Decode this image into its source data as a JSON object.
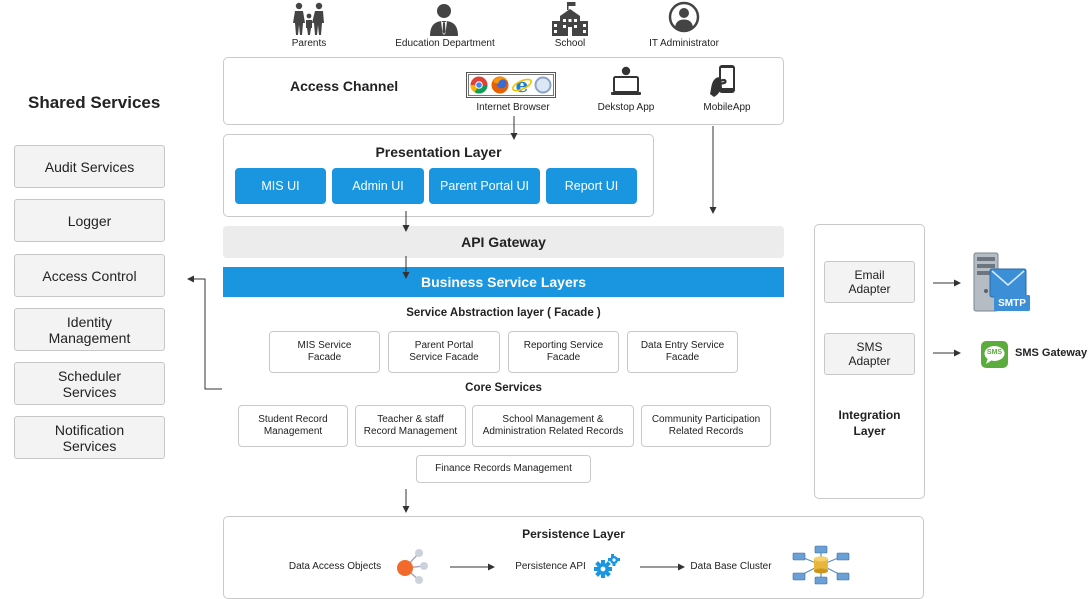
{
  "stakeholders": [
    {
      "label": "Parents",
      "icon": "family-icon"
    },
    {
      "label": "Education Department",
      "icon": "businessman-icon"
    },
    {
      "label": "School",
      "icon": "school-building-icon"
    },
    {
      "label": "IT Administrator",
      "icon": "admin-headset-icon"
    }
  ],
  "access_channel": {
    "title": "Access Channel",
    "items": [
      "Internet Browser",
      "Dekstop App",
      "MobileApp"
    ]
  },
  "shared_services": {
    "title": "Shared Services",
    "items": [
      "Audit Services",
      "Logger",
      "Access Control",
      "Identity\nManagement",
      "Scheduler\nServices",
      "Notification\nServices"
    ]
  },
  "presentation_layer": {
    "title": "Presentation Layer",
    "buttons": [
      "MIS UI",
      "Admin UI",
      "Parent Portal UI",
      "Report UI"
    ]
  },
  "api_gateway": "API Gateway",
  "business_service_layers": "Business Service Layers",
  "service_abstraction": {
    "title": "Service Abstraction layer ( Facade )",
    "items": [
      "MIS Service\nFacade",
      "Parent Portal\nService Facade",
      "Reporting Service\nFacade",
      "Data Entry Service\nFacade"
    ]
  },
  "core_services": {
    "title": "Core Services",
    "items": [
      "Student Record\nManagement",
      "Teacher & staff\nRecord Management",
      "School Management &\nAdministration Related Records",
      "Community Participation\nRelated Records",
      "Finance Records Management"
    ]
  },
  "integration_layer": {
    "title": "Integration\nLayer",
    "adapters": [
      "Email\nAdapter",
      "SMS\nAdapter"
    ]
  },
  "externals": {
    "smtp_label": "SMTP",
    "sms_icon_text": "SMS",
    "sms_gateway": "SMS Gateway"
  },
  "persistence_layer": {
    "title": "Persistence Layer",
    "items": [
      "Data Access Objects",
      "Persistence API",
      "Data Base Cluster"
    ]
  },
  "colors": {
    "primary_blue": "#1a95e0",
    "gateway_gray": "#ececec",
    "sms_green": "#5cab3d"
  }
}
